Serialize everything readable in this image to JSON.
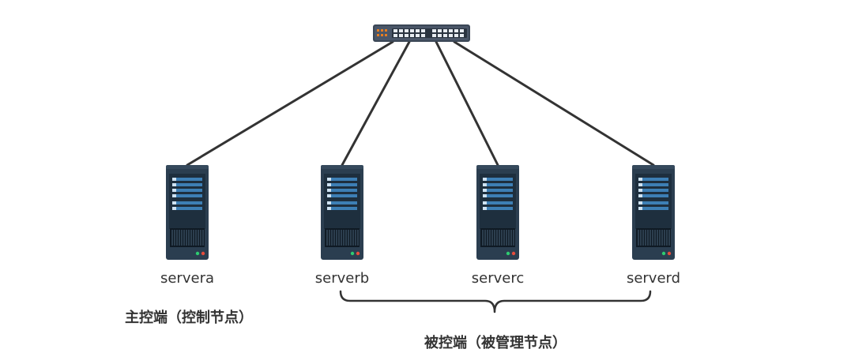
{
  "switch": {
    "icon": "network-switch-icon"
  },
  "servers": [
    {
      "name": "servera",
      "icon": "server-icon"
    },
    {
      "name": "serverb",
      "icon": "server-icon"
    },
    {
      "name": "serverc",
      "icon": "server-icon"
    },
    {
      "name": "serverd",
      "icon": "server-icon"
    }
  ],
  "groups": {
    "control": {
      "label": "主控端（控制节点）"
    },
    "managed": {
      "label": "被控端（被管理节点）"
    }
  },
  "colors": {
    "line": "#333333",
    "server_body": "#2b3e50",
    "server_panel": "#1e2f3e",
    "server_slot": "#3d7fb5",
    "led_green": "#2ecc71",
    "led_red": "#e74c3c",
    "switch_body": "#3b4756"
  }
}
